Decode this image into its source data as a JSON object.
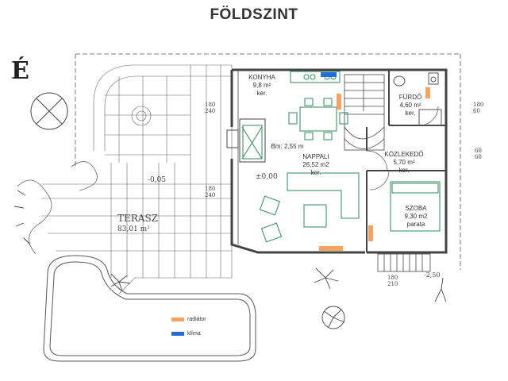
{
  "title": "FÖLDSZINT",
  "north": "É",
  "rooms": {
    "konyha": {
      "name": "KONYHA",
      "area": "9,8 m²",
      "floor": "ker."
    },
    "nappali": {
      "name": "NAPPALI",
      "area": "26,52 m2",
      "floor": "ker."
    },
    "furdo": {
      "name": "FÜRDŐ",
      "area": "4,60 m²",
      "floor": "ker."
    },
    "kozlekedo": {
      "name": "KÖZLEKEDŐ",
      "area": "5,70 m²",
      "floor": "ker."
    },
    "szoba": {
      "name": "SZOBA",
      "area": "9,30 m2",
      "floor": "parata"
    },
    "terasz": {
      "name": "TERASZ",
      "area": "83,01 m²"
    }
  },
  "ceiling_height": "Bm: 2,55 m",
  "level_marks": {
    "inside": "±0,00",
    "terrace": "-0,05",
    "entry": "-2,50"
  },
  "window_marks": {
    "kitchen_west": [
      "180",
      "240"
    ],
    "living_west": [
      "180",
      "240"
    ],
    "bath_east": [
      "180",
      "60"
    ],
    "hall_east": [
      "60",
      "60"
    ],
    "room_south": [
      "180",
      "210"
    ]
  },
  "legend": [
    {
      "label": "radiátor",
      "color": "#f4a460"
    },
    {
      "label": "klíma",
      "color": "#1f6fdc"
    }
  ],
  "colors": {
    "furniture": "#2e8b57",
    "radiator": "#f4a460",
    "klima": "#1f6fdc",
    "walls": "#444444"
  }
}
